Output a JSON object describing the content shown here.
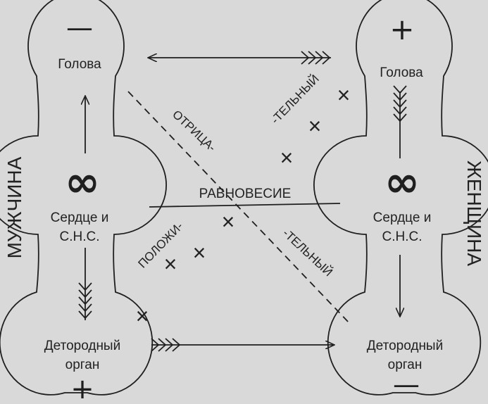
{
  "man": {
    "side_label": "МУЖЧИНА",
    "top_sign": "—",
    "bottom_sign": "+",
    "head": "Голова",
    "heart_line1": "Сердце и",
    "heart_line2": "С.Н.С.",
    "genital_line1": "Детородный",
    "genital_line2": "орган"
  },
  "woman": {
    "side_label": "ЖЕНЩИНА",
    "top_sign": "+",
    "bottom_sign": "—",
    "head": "Голова",
    "heart_line1": "Сердце и",
    "heart_line2": "С.Н.С.",
    "genital_line1": "Детородный",
    "genital_line2": "орган"
  },
  "infinity": "∞",
  "diagonals": {
    "negative_part1": "ОТРИЦА-",
    "negative_part2": "-ТЕЛЬНЫЙ",
    "positive_part1": "ПОЛОЖИ-",
    "positive_part2": "-ТЕЛЬНЫЙ"
  },
  "center_label": "РАВНОВЕСИЕ",
  "cross_mark": "×"
}
